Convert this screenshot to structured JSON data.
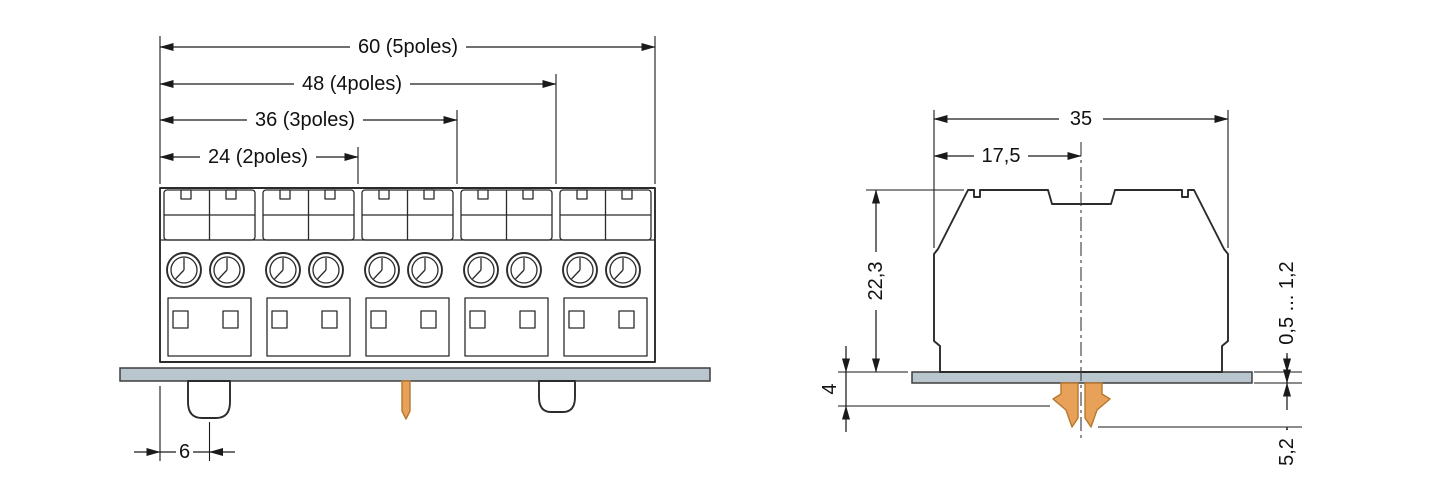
{
  "front_view": {
    "dim_60": "60 (5poles)",
    "dim_48": "48 (4poles)",
    "dim_36": "36 (3poles)",
    "dim_24": "24 (2poles)",
    "dim_6": "6"
  },
  "side_view": {
    "dim_35": "35",
    "dim_17_5": "17,5",
    "dim_22_3": "22,3",
    "dim_4": "4",
    "dim_panel_thickness": "0,5 ... 1,2",
    "dim_5_2": "5,2"
  },
  "colors": {
    "outline": "#2b2b2b",
    "dimension": "#1a1a1a",
    "plate_fill": "#b9c6cd",
    "orange_fill": "#e8a158",
    "background": "#ffffff"
  }
}
